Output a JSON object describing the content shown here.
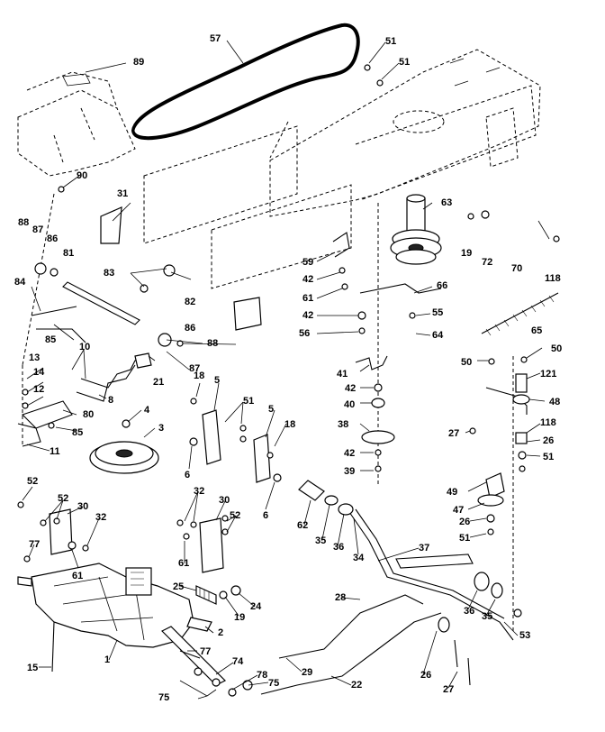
{
  "diagram": {
    "callouts": [
      "89",
      "57",
      "51",
      "51",
      "90",
      "31",
      "63",
      "19",
      "72",
      "70",
      "118",
      "88",
      "87",
      "86",
      "81",
      "83",
      "82",
      "59",
      "42",
      "61",
      "66",
      "42",
      "56",
      "55",
      "84",
      "85",
      "10",
      "86",
      "88",
      "21",
      "87",
      "65",
      "64",
      "13",
      "14",
      "12",
      "80",
      "8",
      "85",
      "11",
      "4",
      "3",
      "18",
      "5",
      "51",
      "5",
      "18",
      "6",
      "6",
      "41",
      "42",
      "40",
      "38",
      "42",
      "39",
      "50",
      "50",
      "121",
      "48",
      "27",
      "118",
      "26",
      "51",
      "49",
      "47",
      "26",
      "51",
      "52",
      "52",
      "30",
      "32",
      "77",
      "61",
      "32",
      "30",
      "52",
      "61",
      "62",
      "35",
      "36",
      "34",
      "37",
      "25",
      "19",
      "24",
      "2",
      "77",
      "1",
      "15",
      "74",
      "78",
      "75",
      "75",
      "28",
      "29",
      "22",
      "26",
      "36",
      "35",
      "27",
      "53"
    ]
  }
}
